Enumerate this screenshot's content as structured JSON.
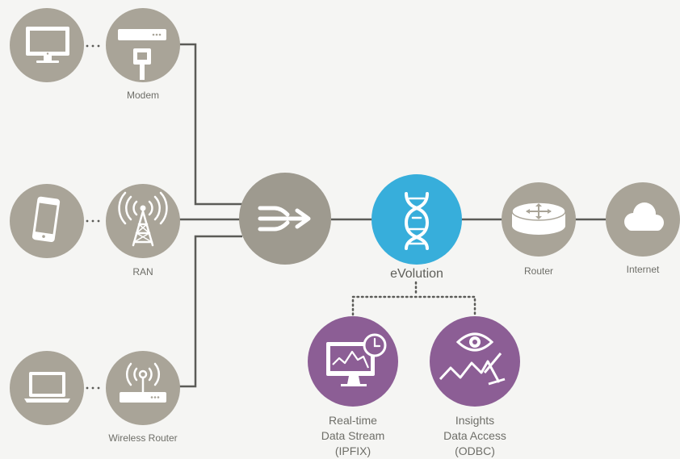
{
  "labels": {
    "modem": "Modem",
    "ran": "RAN",
    "wireless_router": "Wireless Router",
    "evolution": "eVolution",
    "router": "Router",
    "internet": "Internet",
    "realtime_line1": "Real-time",
    "realtime_line2": "Data Stream",
    "realtime_line3": "(IPFIX)",
    "insights_line1": "Insights",
    "insights_line2": "Data Access",
    "insights_line3": "(ODBC)"
  },
  "colors": {
    "node_gray": "#a9a498",
    "hub_gray": "#9e9a8f",
    "evolution_blue": "#37aedb",
    "output_purple": "#8c5e95",
    "line": "#5b5b57",
    "background": "#f5f5f3"
  },
  "icons": {
    "desktop": "desktop-monitor-icon",
    "modem": "modem-icon",
    "phone": "smartphone-icon",
    "ran": "cell-tower-icon",
    "laptop": "laptop-icon",
    "wireless_router": "wireless-router-icon",
    "hub": "merge-arrows-icon",
    "evolution": "dna-icon",
    "router": "router-icon",
    "internet": "cloud-icon",
    "realtime": "monitor-chart-clock-icon",
    "insights": "eye-chart-icon"
  }
}
